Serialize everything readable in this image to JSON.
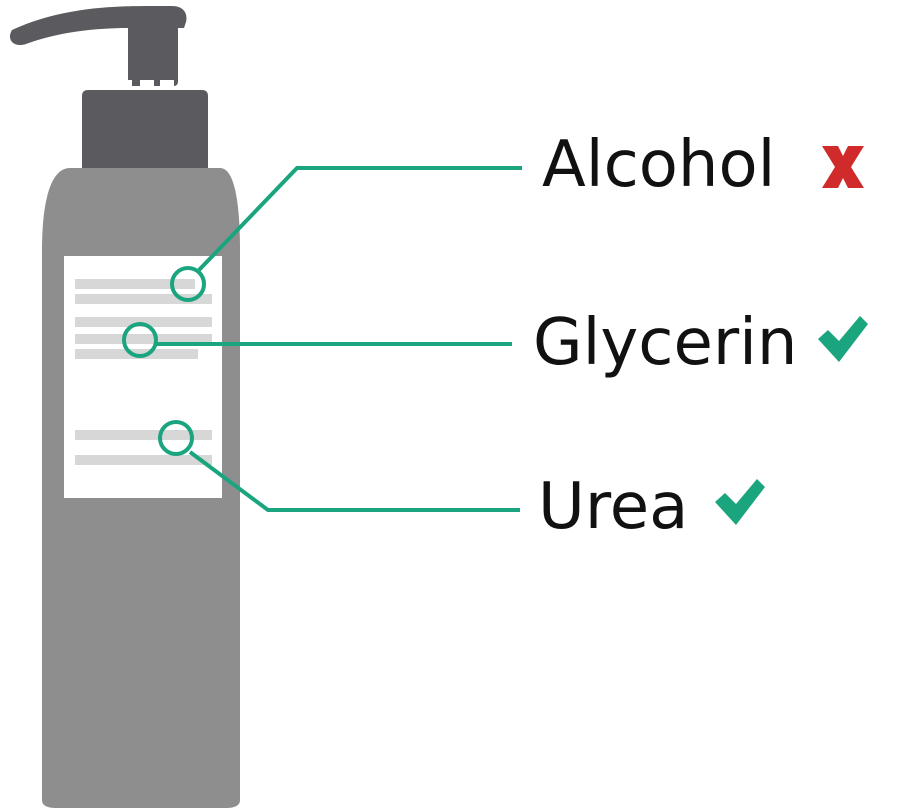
{
  "colors": {
    "bottle_body": "#8e8e8e",
    "pump_cap": "#5b5b5f",
    "label_paper": "#ffffff",
    "label_text_lines": "#d7d7d7",
    "connector": "#1aa57f",
    "check_mark": "#1aa57f",
    "cross_mark": "#d02a2a"
  },
  "ingredients": [
    {
      "name": "Alcohol",
      "verdict": "no",
      "verdict_icon": "x-mark-icon",
      "color": "#d02a2a"
    },
    {
      "name": "Glycerin",
      "verdict": "yes",
      "verdict_icon": "check-mark-icon",
      "color": "#1aa57f"
    },
    {
      "name": "Urea",
      "verdict": "yes",
      "verdict_icon": "check-mark-icon",
      "color": "#1aa57f"
    }
  ]
}
